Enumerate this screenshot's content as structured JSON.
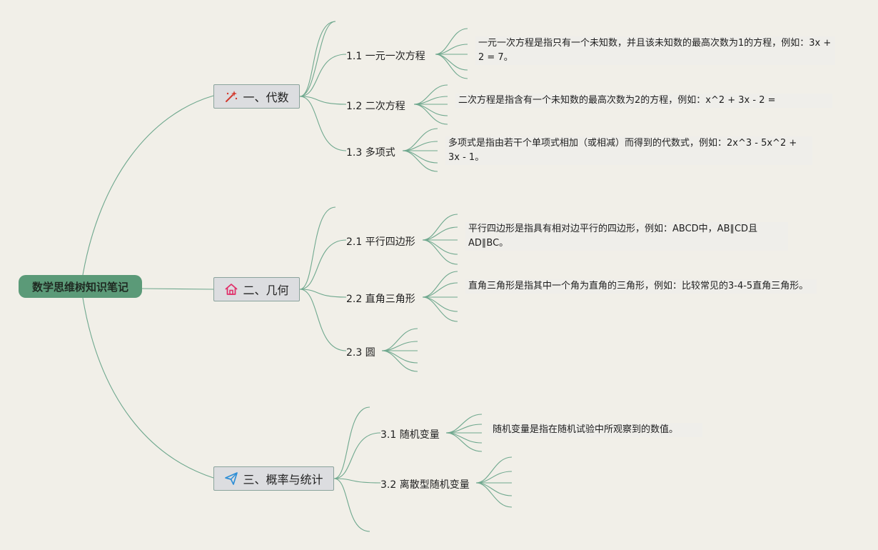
{
  "root": {
    "label": "数学思维树知识笔记"
  },
  "branches": [
    {
      "label": "一、代数",
      "icon": "magic-wand-icon",
      "topics": [
        {
          "label": "1.1 一元一次方程",
          "note": "一元一次方程是指只有一个未知数，并且该未知数的最高次数为1的方程，例如：3x + 2 = 7。"
        },
        {
          "label": "1.2 二次方程",
          "note": "二次方程是指含有一个未知数的最高次数为2的方程，例如：x^2 + 3x - 2 ="
        },
        {
          "label": "1.3 多项式",
          "note": "多项式是指由若干个单项式相加（或相减）而得到的代数式，例如：2x^3 - 5x^2 + 3x - 1。"
        }
      ]
    },
    {
      "label": "二、几何",
      "icon": "house-icon",
      "topics": [
        {
          "label": "2.1 平行四边形",
          "note": "平行四边形是指具有相对边平行的四边形，例如：ABCD中，AB∥CD且AD∥BC。"
        },
        {
          "label": "2.2 直角三角形",
          "note": "直角三角形是指其中一个角为直角的三角形，例如：比较常见的3-4-5直角三角形。"
        },
        {
          "label": "2.3 圆",
          "note": ""
        }
      ]
    },
    {
      "label": "三、概率与统计",
      "icon": "paper-plane-icon",
      "topics": [
        {
          "label": "3.1 随机变量",
          "note": "随机变量是指在随机试验中所观察到的数值。"
        },
        {
          "label": "3.2 离散型随机变量",
          "note": ""
        }
      ]
    }
  ],
  "colors": {
    "background": "#f1efe8",
    "line": "#6fa88e",
    "root": "#5b9a78",
    "branch_fill": "#dcdde0",
    "branch_border": "#8aa39c",
    "wand_icon": "#d23a2e",
    "house_icon": "#e0306a",
    "plane_icon": "#2f8fd6"
  }
}
